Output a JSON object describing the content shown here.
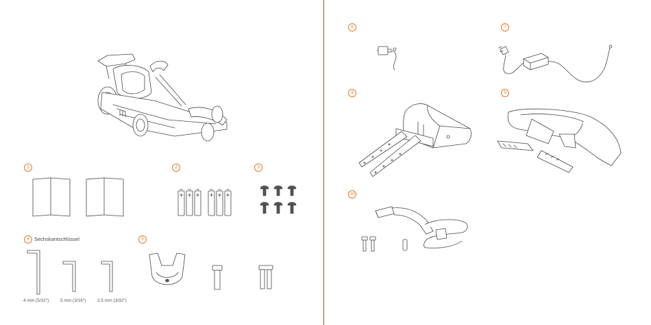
{
  "items": [
    {
      "number": "1"
    },
    {
      "number": "2"
    },
    {
      "number": "3"
    },
    {
      "number": "4",
      "label": "Sechskantschlüssel"
    },
    {
      "number": "5"
    },
    {
      "number": "6"
    },
    {
      "number": "7"
    },
    {
      "number": "8"
    },
    {
      "number": "9"
    },
    {
      "number": "10"
    }
  ],
  "hex_keys": {
    "sizes": [
      "4 mm (5/32\")",
      "5 mm (3/16\")",
      "2,5 mm (3/32\")"
    ]
  },
  "colors": {
    "accent": "#e07a2a",
    "divider": "#c0392b",
    "line": "#444444"
  }
}
